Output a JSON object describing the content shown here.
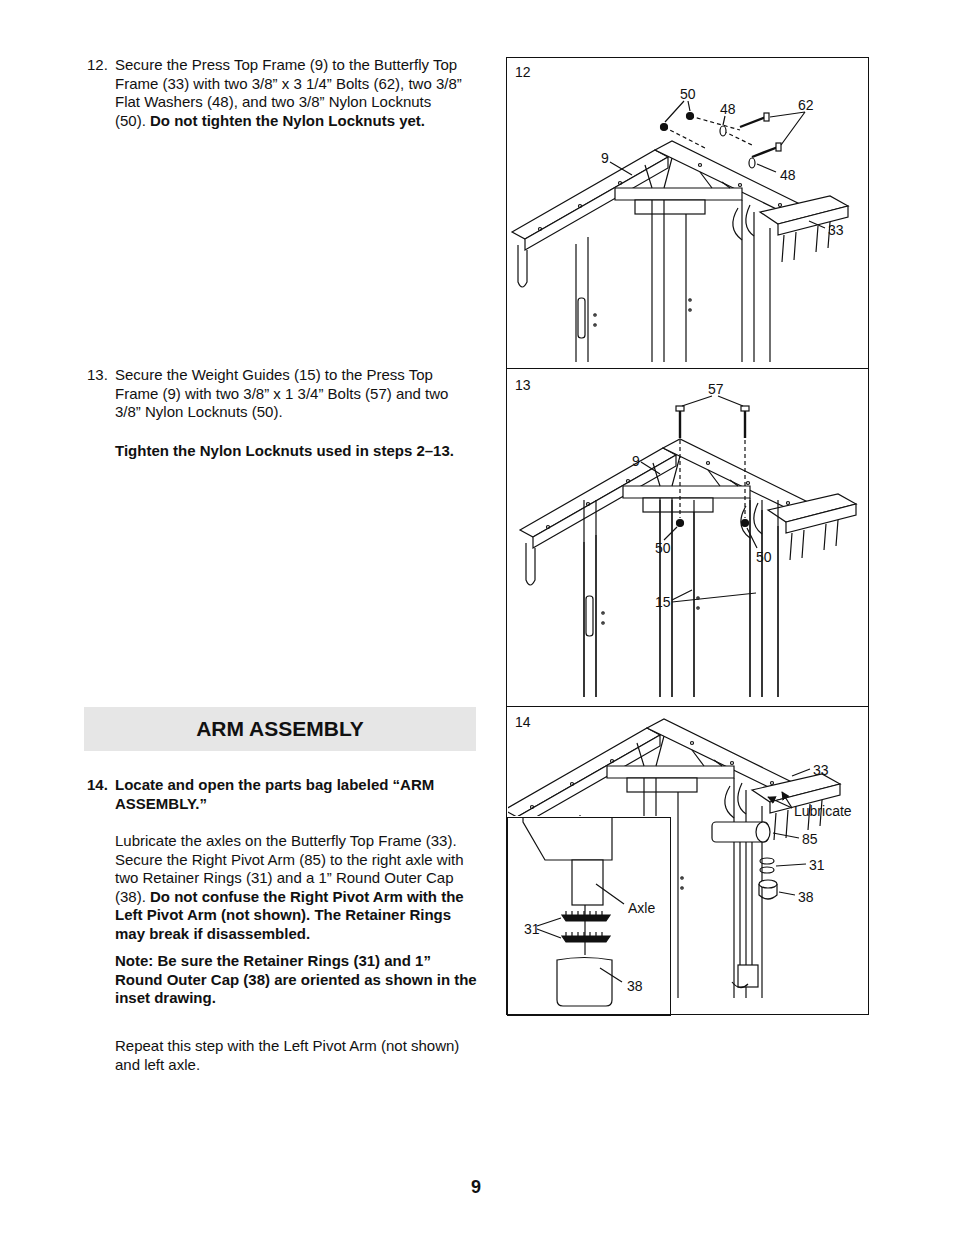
{
  "diagram": {
    "nodes": [
      {
        "text": [
          "12",
          "50",
          "48",
          "62",
          "9",
          "48",
          "33"
        ]
      },
      {
        "text": [
          "13",
          "57",
          "9",
          "50",
          "50",
          "15"
        ]
      },
      {
        "text": [
          "ARM ASSEMBLY"
        ]
      },
      {
        "text": [
          "14",
          "33",
          "Lubricate",
          "85",
          "31",
          "38"
        ]
      },
      {
        "text": [
          "Axle",
          "31",
          "38"
        ],
        "in": 3
      }
    ],
    "labels": [
      "12.",
      "Secure the Press Top Frame (9) to the Butterfly Top Frame (33) with two 3/8” x 3 1/4” Bolts (62), two 3/8” Flat Washers (48), and two 3/8” Nylon Locknuts (50).",
      "Do not tighten the Nylon Locknuts yet.",
      "13.",
      "Secure the Weight Guides (15) to the Press Top Frame (9) with two 3/8” x 1 3/4” Bolts (57) and two 3/8” Nylon Locknuts (50).",
      "Tighten the Nylon Locknuts used in steps 2–13.",
      "14.",
      "Locate and open the parts bag labeled “ARM ASSEMBLY.”",
      "Lubricate the axles on the Butterfly Top Frame (33). Secure the Right Pivot Arm (85) to the right axle with two Retainer Rings (31) and a 1” Round Outer Cap (38).",
      "Do not confuse the Right Pivot Arm with the Left Pivot Arm (not shown). The Retainer Rings may break if disassembled.",
      "Note: Be sure the Retainer Rings (31) and 1” Round Outer Cap (38) are oriented as shown in the inset drawing.",
      "Repeat this step with the Left Pivot Arm (not shown) and left axle.",
      "9"
    ]
  }
}
